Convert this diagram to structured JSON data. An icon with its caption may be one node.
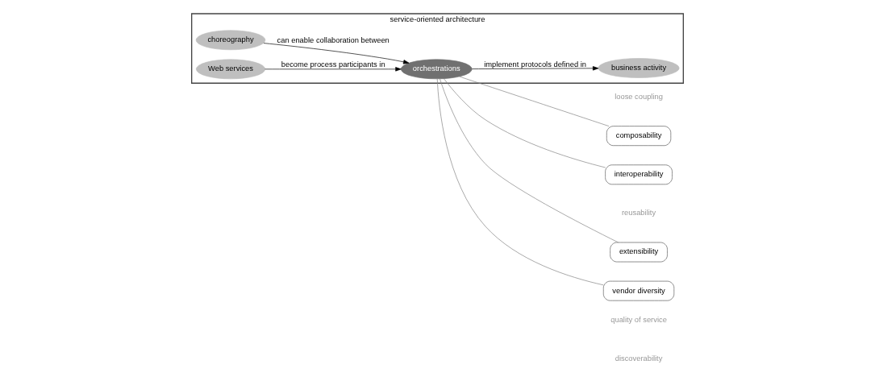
{
  "diagram": {
    "nodes": [
      {
        "text": [
          "service-oriented architecture"
        ]
      },
      {
        "text": [
          "business activity"
        ],
        "in": 0
      },
      {
        "text": [
          "orchestrations"
        ],
        "in": 0
      },
      {
        "text": [
          "choreography"
        ],
        "in": 0
      },
      {
        "text": [
          "Web services"
        ],
        "in": 0
      },
      {
        "text": [
          "composability"
        ]
      },
      {
        "text": [
          "interoperability"
        ]
      },
      {
        "text": [
          "extensibility"
        ]
      },
      {
        "text": [
          "vendor diversity"
        ]
      }
    ],
    "edges": [
      {
        "from": 2,
        "to": 1,
        "arrow": "to",
        "label": "implement protocols defined in",
        "color": "#000000"
      },
      {
        "from": 3,
        "to": 2,
        "arrow": "to",
        "label": "can enable collaboration between",
        "color": "#000000"
      },
      {
        "from": 4,
        "to": 2,
        "arrow": "to",
        "label": "become process participants in",
        "color": "#000000"
      },
      {
        "from": 2,
        "to": 5,
        "arrow": "none",
        "color": "#808080"
      },
      {
        "from": 2,
        "to": 6,
        "arrow": "none",
        "color": "#808080"
      },
      {
        "from": 2,
        "to": 7,
        "arrow": "none",
        "color": "#808080"
      },
      {
        "from": 2,
        "to": 8,
        "arrow": "none",
        "color": "#808080"
      }
    ],
    "labels": [
      "loose coupling",
      "reusability",
      "discoverability",
      "quality of service"
    ]
  }
}
